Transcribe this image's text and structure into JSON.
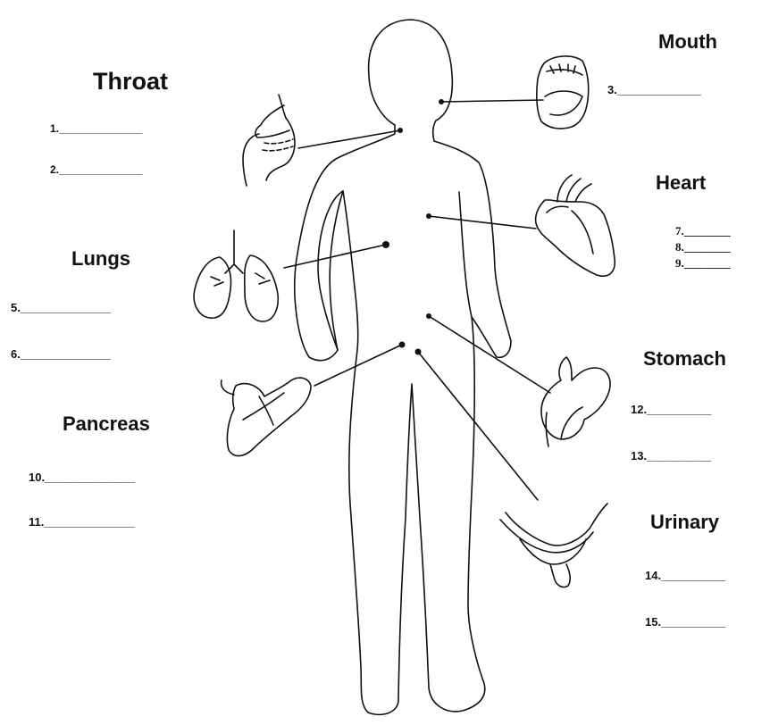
{
  "labels": {
    "throat": {
      "title": "Throat",
      "blanks": [
        "1.______________",
        "2.______________"
      ]
    },
    "mouth": {
      "title": "Mouth",
      "blanks": [
        "3._____________"
      ]
    },
    "heart": {
      "title": "Heart",
      "blanks": [
        "7.________",
        "8.________",
        "9.________"
      ]
    },
    "lungs": {
      "title": "Lungs",
      "blanks": [
        "5.______________",
        "6.______________"
      ]
    },
    "stomach": {
      "title": "Stomach",
      "blanks": [
        "12.__________",
        "13.__________"
      ]
    },
    "pancreas": {
      "title": "Pancreas",
      "blanks": [
        "10.______________",
        "11.______________"
      ]
    },
    "urinary": {
      "title": "Urinary",
      "blanks": [
        "14.__________",
        "15.__________"
      ]
    }
  },
  "colors": {
    "ink": "#111111",
    "paper": "#ffffff"
  }
}
